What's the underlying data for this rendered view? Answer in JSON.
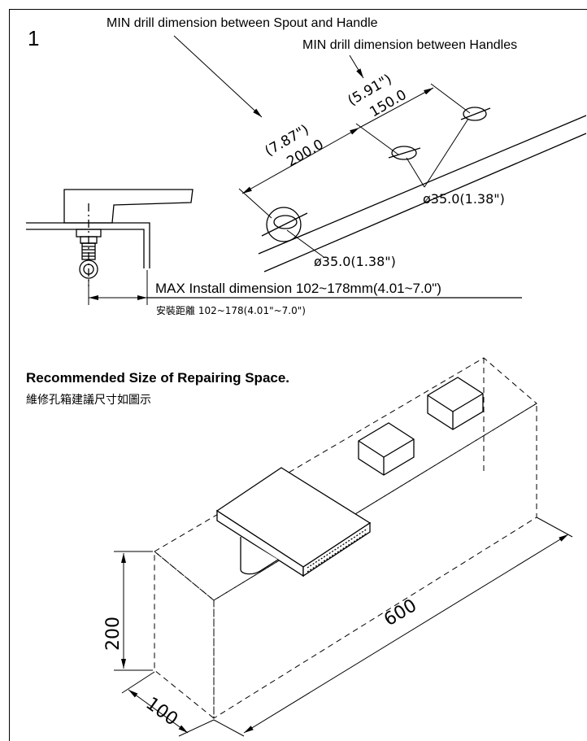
{
  "step_number": "1",
  "top": {
    "callout_spout_handle": "MIN drill dimension between Spout and Handle",
    "callout_handles": "MIN drill dimension between Handles",
    "dim_200": "200.0",
    "dim_200_in": "(7.87\")",
    "dim_150": "150.0",
    "dim_150_in": "(5.91\")",
    "hole_dia_1": "ø35.0(1.38\")",
    "hole_dia_2": "ø35.0(1.38\")",
    "max_install": "MAX Install dimension 102~178mm(4.01~7.0\")",
    "max_install_cn": "安裝距離 102~178(4.01\"~7.0\")"
  },
  "bottom": {
    "title": "Recommended Size of Repairing Space.",
    "title_cn": "維修孔箱建議尺寸如圖示",
    "dim_height": "200",
    "dim_depth": "100",
    "dim_length": "600"
  }
}
